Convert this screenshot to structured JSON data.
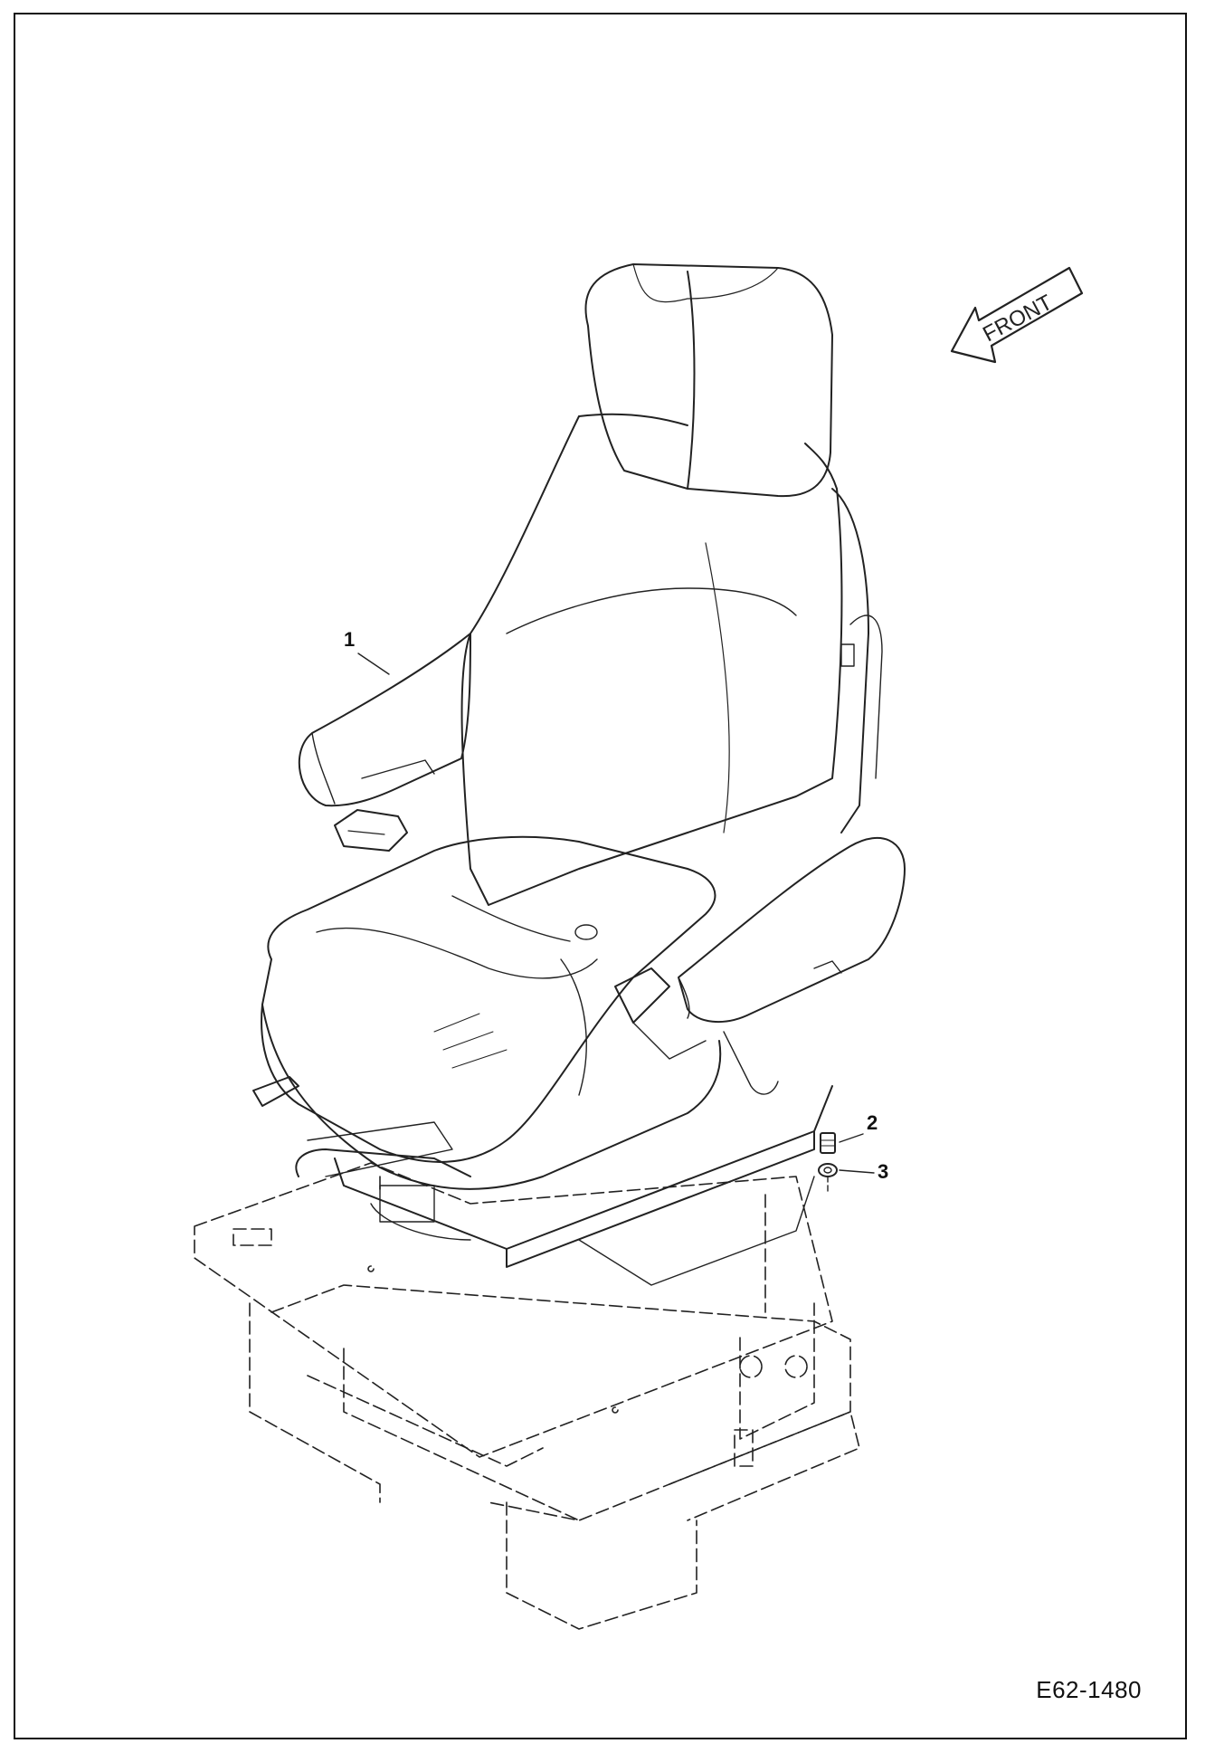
{
  "diagram": {
    "orientation_label": "FRONT",
    "figure_id": "E62-1480",
    "callouts": [
      {
        "label": "1",
        "part": "seat"
      },
      {
        "label": "2",
        "part": "bolt"
      },
      {
        "label": "3",
        "part": "washer"
      }
    ]
  }
}
